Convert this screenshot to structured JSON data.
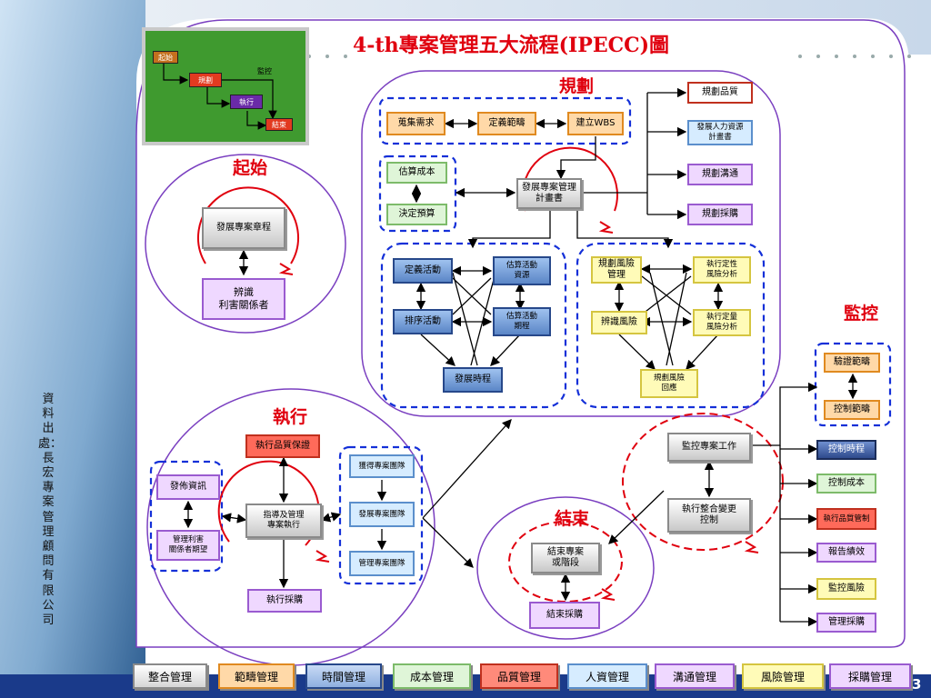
{
  "title": "4-th專案管理五大流程(IPECC)圖",
  "phases": {
    "initiate": "起始",
    "plan": "規劃",
    "execute": "執行",
    "monitor": "監控",
    "close": "結束"
  },
  "source_text": "資料出處：長宏專案管理顧問有限公司",
  "page_number": "3",
  "legend": {
    "start": "起始",
    "plan": "規劃",
    "monitor": "監控",
    "execute": "執行",
    "close": "結束"
  },
  "nodes": {
    "develop_charter": "發展專案章程",
    "identify_stakeholders": "辨識\n利害關係者",
    "collect_requirements": "蒐集需求",
    "define_scope": "定義範疇",
    "create_wbs": "建立WBS",
    "estimate_costs": "估算成本",
    "determine_budget": "決定預算",
    "develop_pm_plan": "發展專案管理\n計畫書",
    "plan_quality": "規劃品質",
    "develop_hr_plan": "發展人力資源\n計畫書",
    "plan_communications": "規劃溝通",
    "plan_procurements": "規劃採購",
    "define_activities": "定義活動",
    "estimate_activity_resources": "估算活動\n資源",
    "sequence_activities": "排序活動",
    "estimate_activity_durations": "估算活動\n期程",
    "develop_schedule": "發展時程",
    "plan_risk": "規劃風險\n管理",
    "qualitative_risk": "執行定性\n風險分析",
    "identify_risks": "辨識風險",
    "quantitative_risk": "執行定量\n風險分析",
    "plan_risk_responses": "規劃風險\n回應",
    "verify_scope": "驗證範疇",
    "control_scope": "控制範疇",
    "monitor_control_work": "監控專案工作",
    "integrated_change_control": "執行整合變更\n控制",
    "control_schedule": "控制時程",
    "control_costs": "控制成本",
    "perform_quality_control": "執行品質管制",
    "report_performance": "報告績效",
    "monitor_risks": "監控風險",
    "administer_procurements": "管理採購",
    "perform_qa": "執行品質保證",
    "distribute_information": "發佈資訊",
    "manage_expectations": "管理利害\n關係者期望",
    "direct_manage": "指導及管理\n專案執行",
    "acquire_team": "獲得專案團隊",
    "develop_team": "發展專案團隊",
    "manage_team": "管理專案團隊",
    "conduct_procurements": "執行採購",
    "close_project": "結束專案\n或階段",
    "close_procurements": "結束採購"
  },
  "knowledge_areas": [
    "整合管理",
    "範疇管理",
    "時間管理",
    "成本管理",
    "品質管理",
    "人資管理",
    "溝通管理",
    "風險管理",
    "採購管理"
  ],
  "colors": {
    "accent_red": "#e0000e",
    "dash_blue": "#1430d8",
    "frame_purple": "#7a3fc0",
    "bottom_bar": "#1a3a8a"
  }
}
